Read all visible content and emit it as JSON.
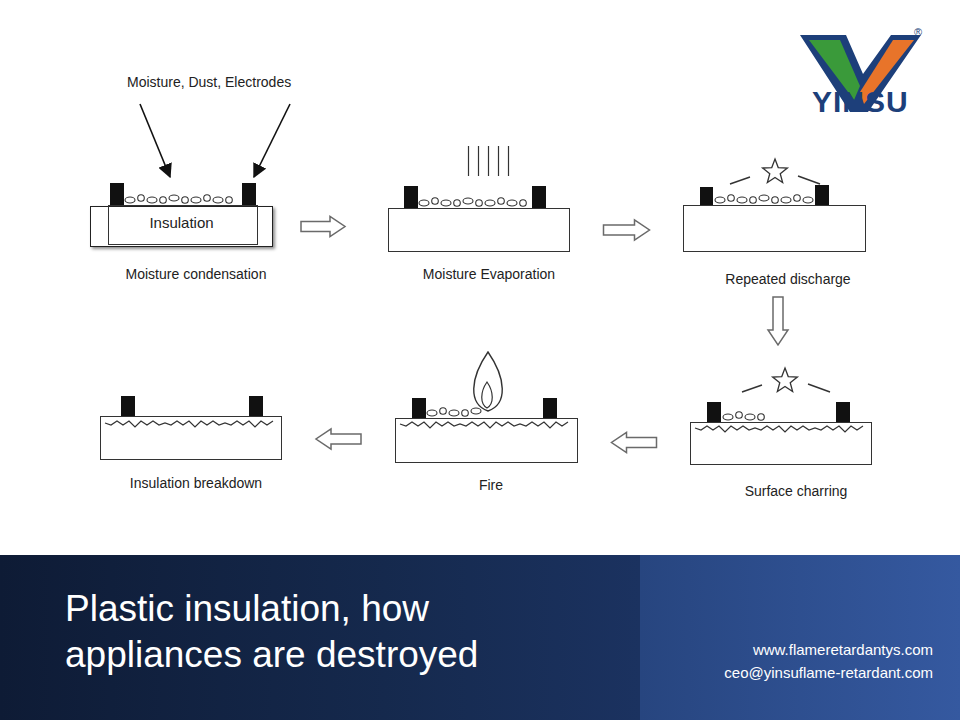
{
  "diagram": {
    "title": "Plastic insulation, how appliances are destroyed",
    "nodes": [
      {
        "text": [
          "Insulation"
        ]
      },
      {
        "text": [
          "Moisture condensation"
        ]
      },
      {
        "text": [
          "Moisture Evaporation"
        ]
      },
      {
        "text": [
          "Repeated discharge"
        ]
      },
      {
        "text": [
          "Surface charring"
        ]
      },
      {
        "text": [
          "Fire"
        ]
      },
      {
        "text": [
          "Insulation breakdown"
        ]
      }
    ],
    "edges": [
      {
        "from": 1,
        "to": 2,
        "arrow": "to"
      },
      {
        "from": 2,
        "to": 3,
        "arrow": "to"
      },
      {
        "from": 3,
        "to": 4,
        "arrow": "to"
      },
      {
        "from": 4,
        "to": 5,
        "arrow": "to"
      },
      {
        "from": 5,
        "to": 6,
        "arrow": "to"
      }
    ],
    "labels": [
      "Moisture, Dust, Electrodes",
      "YINSU",
      "®",
      "www.flameretardantys.com",
      "ceo@yinsuflame-retardant.com"
    ]
  }
}
